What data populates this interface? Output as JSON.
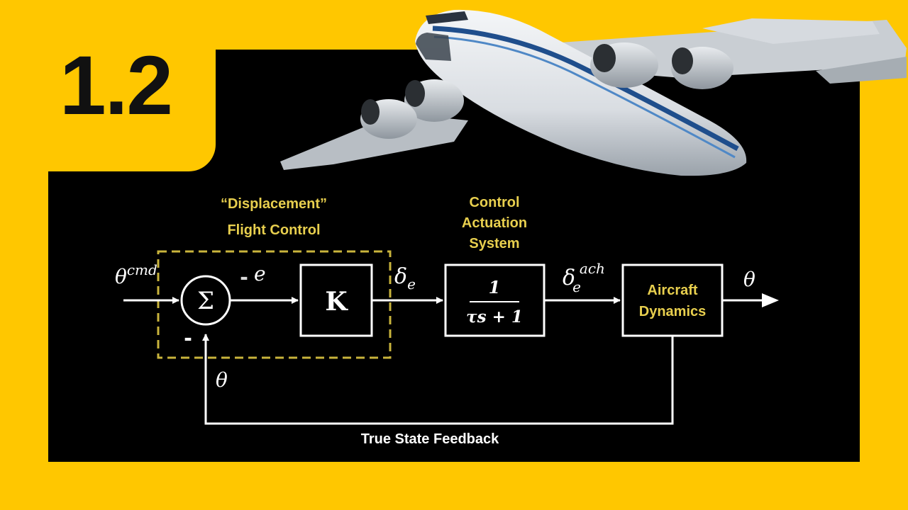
{
  "section": {
    "number": "1.2"
  },
  "graphic": {
    "subject": "transport-aircraft"
  },
  "colors": {
    "background": "#FFC700",
    "panel": "#000000",
    "accent_label": "#E8CF4E",
    "line": "#FFFFFF"
  },
  "diagram": {
    "controller_label_line1": "“Displacement”",
    "controller_label_line2": "Flight Control",
    "actuation_label_line1": "Control",
    "actuation_label_line2": "Actuation",
    "actuation_label_line3": "System",
    "input_symbol": "θ",
    "input_superscript": "cmd",
    "sum_symbol": "Σ",
    "minus_sign": "-",
    "error_symbol": "e",
    "gain_label": "K",
    "delta_e_symbol": "δ",
    "delta_e_subscript": "e",
    "tf_numerator": "1",
    "tf_denominator": "τs + 1",
    "delta_ach_symbol": "δ",
    "delta_ach_subscript": "e",
    "delta_ach_superscript": "ach",
    "plant_label_line1": "Aircraft",
    "plant_label_line2": "Dynamics",
    "output_symbol": "θ",
    "feedback_symbol": "θ",
    "feedback_label": "True State Feedback"
  }
}
